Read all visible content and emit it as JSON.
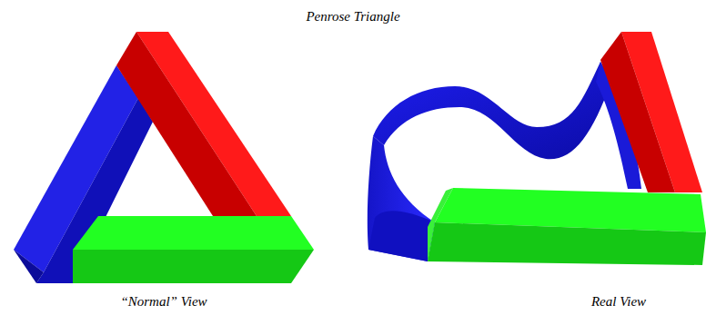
{
  "diagram": {
    "title": "Penrose Triangle",
    "labels": [
      "“Normal” View",
      "Real View"
    ]
  }
}
